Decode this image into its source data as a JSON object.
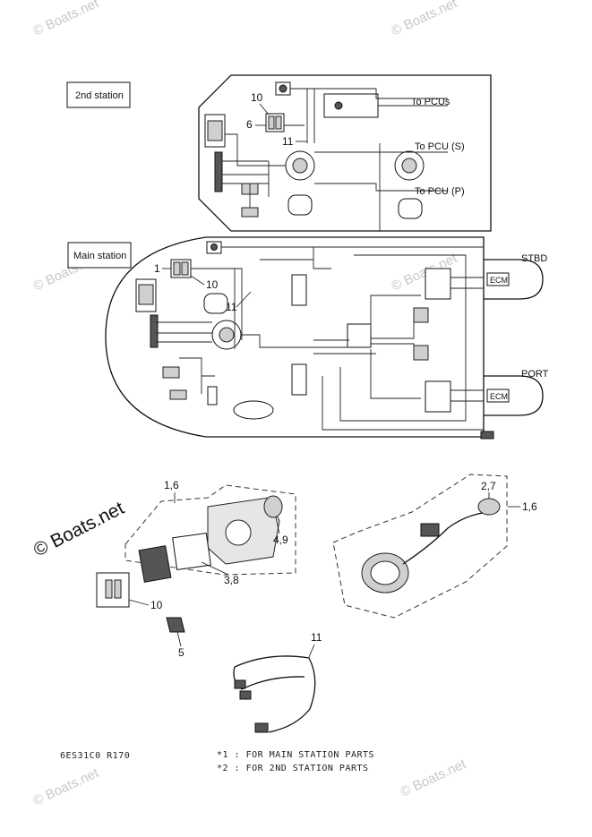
{
  "watermarks": {
    "top_left": "© Boats.net",
    "top_right": "© Boats.net",
    "mid_left": "© Boats.net",
    "mid_right": "© Boats.net",
    "center_big": "© Boats.net",
    "bottom_left": "© Boats.net",
    "bottom_right": "© Boats.net"
  },
  "second_station": {
    "title": "2nd station",
    "to_pcus": "To PCUs",
    "to_pcu_s": "To PCU (S)",
    "to_pcu_p": "To PCU (P)",
    "callouts": {
      "c10": "10",
      "c6": "6",
      "c11": "11"
    }
  },
  "main_station": {
    "title": "Main station",
    "stbd": "STBD",
    "port": "PORT",
    "ecm_top": "ECM",
    "ecm_bottom": "ECM",
    "callouts": {
      "c1": "1",
      "c10": "10",
      "c11": "11"
    }
  },
  "parts": {
    "c16_left": "1,6",
    "c49": "4,9",
    "c38": "3,8",
    "c10": "10",
    "c5": "5",
    "c27": "2,7",
    "c16_right": "1,6",
    "c11": "11"
  },
  "footer": {
    "code": "6ES31C0 R170",
    "note1": "*1 : FOR MAIN STATION PARTS",
    "note2": "*2 : FOR 2ND STATION PARTS"
  }
}
